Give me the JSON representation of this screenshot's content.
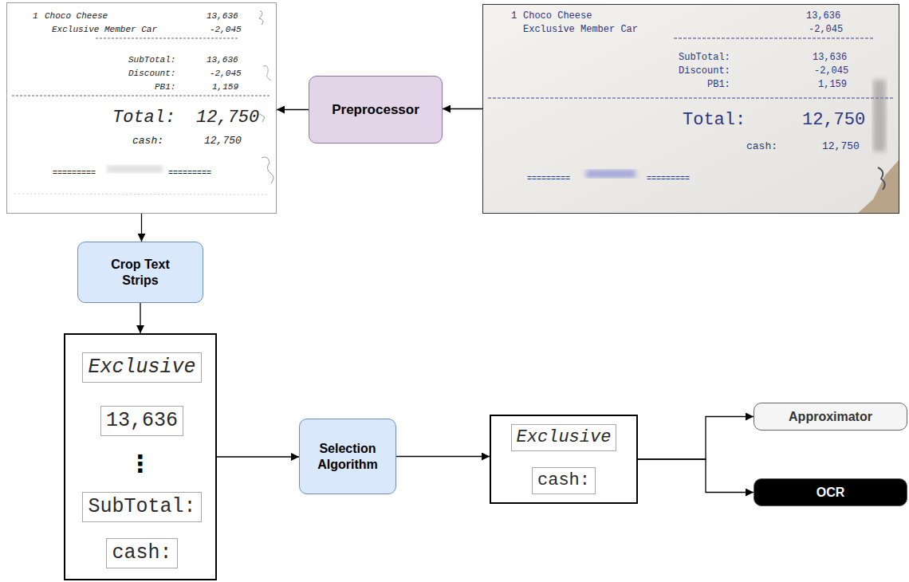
{
  "diagram": {
    "nodes": [
      {
        "text": [
          "1",
          "Choco Cheese",
          "13,636",
          "Exclusive Member Car",
          "-2,045",
          "SubTotal:",
          "13,636",
          "Discount:",
          "-2,045",
          "PB1:",
          "1,159",
          "Total:",
          "12,750",
          "cash:",
          "12,750",
          "=========",
          "========="
        ]
      },
      {
        "text": [
          "Preprocessor"
        ]
      },
      {
        "text": [
          "1",
          "Choco Cheese",
          "13,636",
          "Exclusive Member Car",
          "-2,045",
          "SubTotal:",
          "13,636",
          "Discount:",
          "-2,045",
          "PB1:",
          "1,159",
          "Total:",
          "12,750",
          "cash:",
          "12,750",
          "=========",
          "========="
        ]
      },
      {
        "text": [
          "Crop Text Strips"
        ]
      },
      {
        "text": [
          "⋮"
        ]
      },
      {
        "text": [
          "Exclusive"
        ],
        "in": 4
      },
      {
        "text": [
          "13,636"
        ],
        "in": 4
      },
      {
        "text": [
          "SubTotal:"
        ],
        "in": 4
      },
      {
        "text": [
          "cash:"
        ],
        "in": 4
      },
      {
        "text": [
          "Selection Algorithm"
        ]
      },
      {
        "text": []
      },
      {
        "text": [
          "Exclusive"
        ],
        "in": 10
      },
      {
        "text": [
          "cash:"
        ],
        "in": 10
      },
      {
        "text": [
          "Approximator"
        ]
      },
      {
        "text": [
          "OCR"
        ]
      }
    ],
    "edges": [
      {
        "from": 2,
        "to": 1,
        "arrow": "to"
      },
      {
        "from": 1,
        "to": 0,
        "arrow": "to"
      },
      {
        "from": 0,
        "to": 3,
        "arrow": "to"
      },
      {
        "from": 3,
        "to": 4,
        "arrow": "to"
      },
      {
        "from": 4,
        "to": 9,
        "arrow": "to"
      },
      {
        "from": 9,
        "to": 10,
        "arrow": "to"
      },
      {
        "from": 10,
        "to": 13,
        "arrow": "to"
      },
      {
        "from": 10,
        "to": 14,
        "arrow": "to"
      }
    ]
  }
}
